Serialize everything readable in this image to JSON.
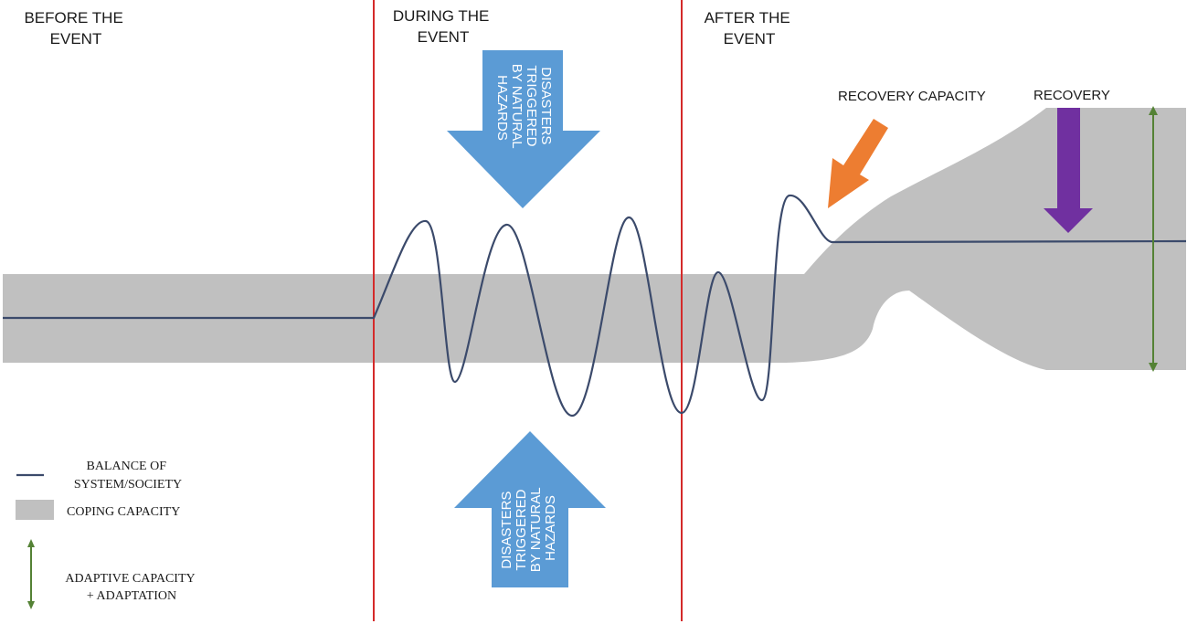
{
  "phases": {
    "before": [
      "BEFORE THE",
      "EVENT"
    ],
    "during": [
      "DURING THE",
      "EVENT"
    ],
    "after": [
      "AFTER THE",
      "EVENT"
    ]
  },
  "arrows": {
    "top": [
      "DISASTERS",
      "TRIGGERED",
      "BY NATURAL",
      "HAZARDS"
    ],
    "bottom": [
      "DISASTERS",
      "TRIGGERED",
      "BY NATURAL",
      "HAZARDS"
    ]
  },
  "callouts": {
    "recovery_capacity": "RECOVERY CAPACITY",
    "recovery": "RECOVERY"
  },
  "legend": {
    "balance": [
      "BALANCE OF",
      "SYSTEM/SOCIETY"
    ],
    "coping": "COPING CAPACITY",
    "adaptive": [
      "ADAPTIVE CAPACITY",
      "+ ADAPTATION"
    ]
  },
  "colors": {
    "band": "#c0c0c0",
    "balance_line": "#3b4a6b",
    "divider": "#d42a2a",
    "hazard_arrow": "#5b9bd5",
    "recovery_capacity_arrow": "#ed7d31",
    "recovery_arrow": "#7030a0",
    "adaptive_arrow": "#548235"
  }
}
